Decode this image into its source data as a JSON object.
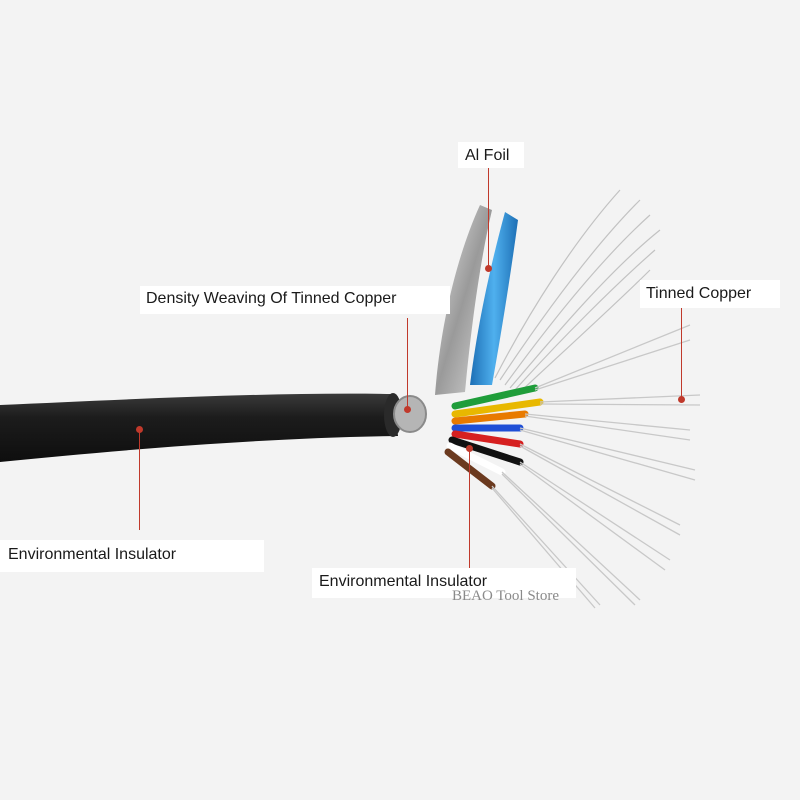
{
  "labels": {
    "al_foil": "Al Foil",
    "density_weaving": "Density Weaving Of Tinned Copper",
    "tinned_copper": "Tinned Copper",
    "environmental_insulator_left": "Environmental  Insulator",
    "environmental_insulator_bottom": "Environmental  Insulator"
  },
  "watermark": {
    "store_name": "BEAO Tool Store"
  },
  "colors": {
    "leader_line": "#c0392b",
    "cable_jacket": "#1c1c1c",
    "foil_blue": "#2f8fd6",
    "wire_colors": [
      "#1f9d3a",
      "#e8b800",
      "#e87a00",
      "#1f4fd6",
      "#d62020",
      "#111111",
      "#ffffff",
      "#6b3a1f"
    ]
  }
}
